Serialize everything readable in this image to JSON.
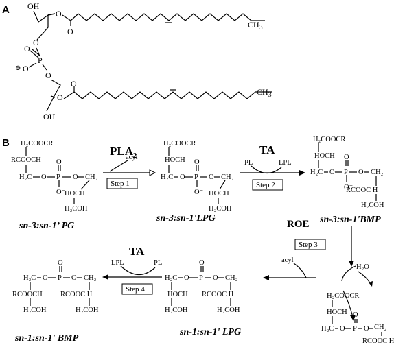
{
  "panels": {
    "a": "A",
    "b": "B"
  },
  "panel_a": {
    "oh_top": "OH",
    "oh_bottom": "OH",
    "o": "O",
    "p": "P",
    "minus": "⊖",
    "ch3": "CH",
    "ch3_sub": "3"
  },
  "chem": {
    "h2c": "H₂C",
    "hoch": "HOCH",
    "h2coh": "H₂COH",
    "rcoochch": "RCOOCH",
    "rcooch": "RCOOC H",
    "h2cooocr": "H₂COOCR",
    "o": "O",
    "p": "P",
    "ominus": "O⁻",
    "ch2": "CH₂",
    "och2": "O CH₂",
    "h2o": "H₂O"
  },
  "enzymes": {
    "pla2": "PLA",
    "pla2_sub": "2",
    "ta1": "TA",
    "ta2": "TA",
    "roe": "ROE"
  },
  "cofactors": {
    "acyl1": "acyl",
    "acyl2": "acyl",
    "pl1": "PL",
    "lpl1": "LPL",
    "lpl2": "LPL",
    "pl2": "PL"
  },
  "steps": {
    "s1": "Step 1",
    "s2": "Step 2",
    "s3": "Step 3",
    "s4": "Step 4"
  },
  "compounds": {
    "c1": "sn-3:sn-1’ PG",
    "c2": "sn-3:sn-1'LPG",
    "c3": "sn-3:sn-1'BMP",
    "c4": "sn-1:sn-1' LPG",
    "c5": "sn-1:sn-1' BMP"
  }
}
